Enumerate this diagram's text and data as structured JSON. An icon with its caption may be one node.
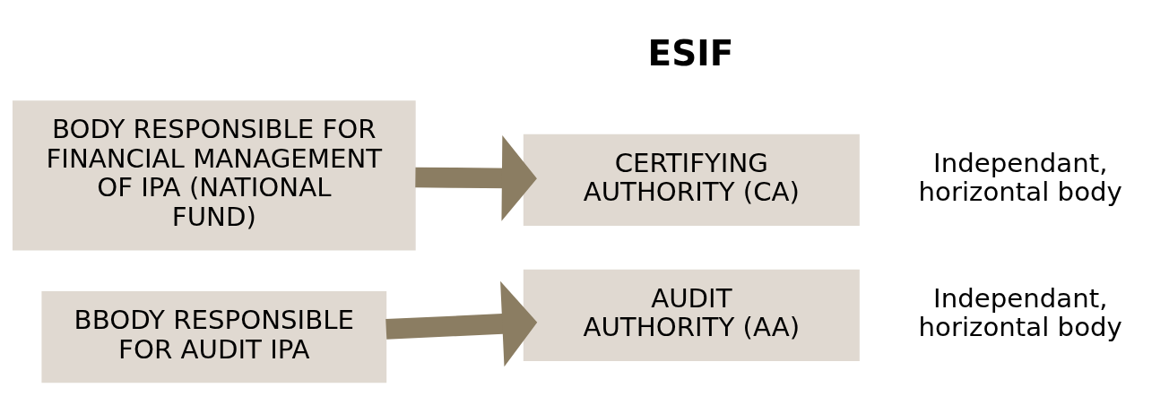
{
  "diagram": {
    "nodes": [
      {
        "text": [
          "BODY RESPONSIBLE FOR FINANCIAL MANAGEMENT OF IPA (NATIONAL FUND)"
        ]
      },
      {
        "text": [
          "BBODY RESPONSIBLE FOR AUDIT IPA"
        ]
      },
      {
        "text": [
          "CERTIFYING AUTHORITY (CA)"
        ],
        "beside": [
          "Independant, horizontal body"
        ]
      },
      {
        "text": [
          "AUDIT AUTHORITY (AA)"
        ],
        "beside": [
          "Independant, horizontal body"
        ]
      }
    ],
    "edges": [
      {
        "from": 0,
        "to": 2,
        "arrow": "to"
      },
      {
        "from": 1,
        "to": 3,
        "arrow": "to"
      }
    ],
    "labels": [
      "ESIF"
    ]
  }
}
